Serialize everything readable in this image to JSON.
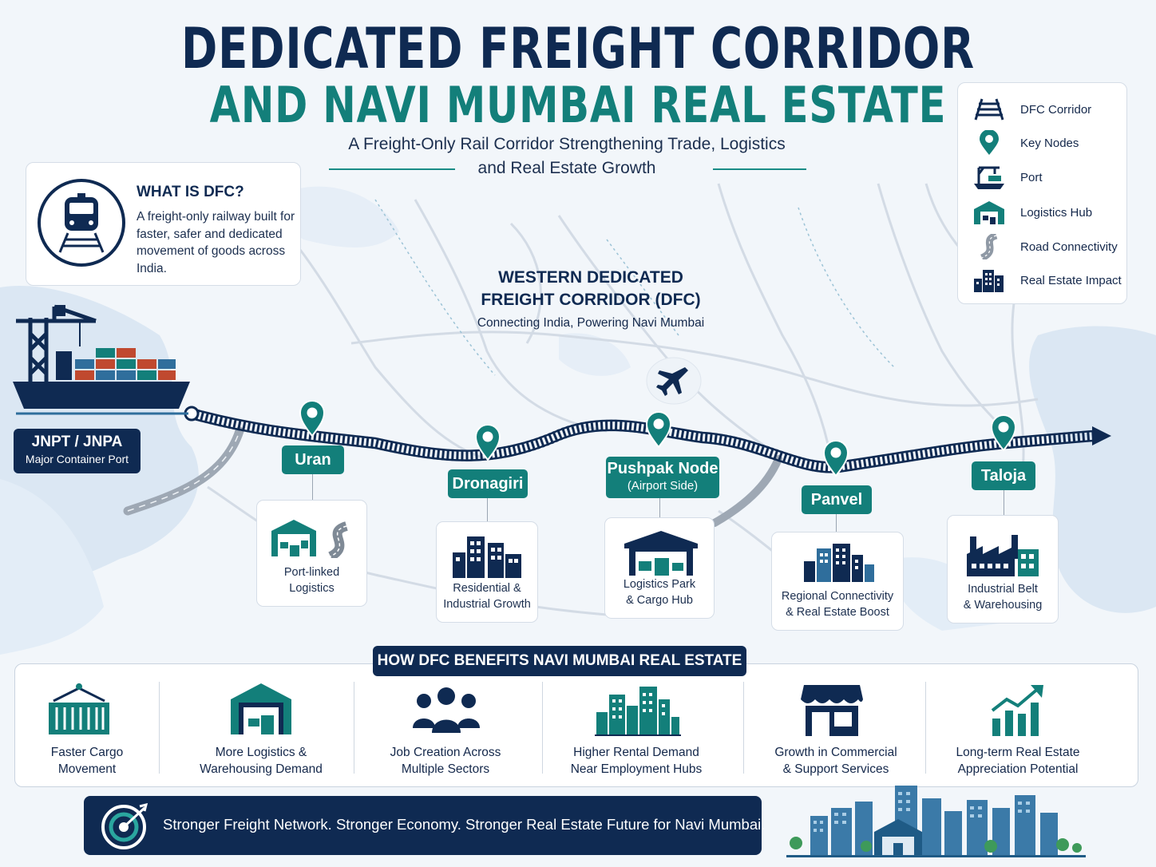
{
  "header": {
    "title_line1": "DEDICATED FREIGHT CORRIDOR",
    "title_line2": "AND NAVI MUMBAI REAL ESTATE",
    "subtitle_line1": "A Freight-Only Rail Corridor Strengthening Trade, Logistics",
    "subtitle_line2": "and Real Estate Growth"
  },
  "what_is_dfc": {
    "heading": "WHAT IS DFC?",
    "text": "A freight-only railway built for faster, safer and dedicated movement of goods across India."
  },
  "legend": [
    {
      "icon": "rail-track-icon",
      "label": "DFC Corridor"
    },
    {
      "icon": "location-pin-icon",
      "label": "Key Nodes"
    },
    {
      "icon": "port-crane-icon",
      "label": "Port"
    },
    {
      "icon": "warehouse-icon",
      "label": "Logistics Hub"
    },
    {
      "icon": "road-icon",
      "label": "Road Connectivity"
    },
    {
      "icon": "buildings-icon",
      "label": "Real Estate Impact"
    }
  ],
  "map": {
    "title_line1": "WESTERN DEDICATED",
    "title_line2": "FREIGHT CORRIDOR (DFC)",
    "tagline": "Connecting India, Powering Navi Mumbai",
    "port": {
      "name": "JNPT / JNPA",
      "desc": "Major Container Port"
    }
  },
  "nodes": [
    {
      "name": "Uran",
      "sub": "",
      "line1": "Port-linked",
      "line2": "Logistics",
      "icon": "warehouse-road-icon"
    },
    {
      "name": "Dronagiri",
      "sub": "",
      "line1": "Residential &",
      "line2": "Industrial Growth",
      "icon": "buildings-icon"
    },
    {
      "name": "Pushpak Node",
      "sub": "(Airport Side)",
      "line1": "Logistics Park",
      "line2": "& Cargo Hub",
      "icon": "warehouse-icon"
    },
    {
      "name": "Panvel",
      "sub": "",
      "line1": "Regional Connectivity",
      "line2": "& Real Estate Boost",
      "icon": "buildings-icon"
    },
    {
      "name": "Taloja",
      "sub": "",
      "line1": "Industrial Belt",
      "line2": "& Warehousing",
      "icon": "factory-icon"
    }
  ],
  "benefits": {
    "heading": "HOW DFC BENEFITS NAVI MUMBAI REAL ESTATE",
    "items": [
      {
        "icon": "container-icon",
        "line1": "Faster Cargo",
        "line2": "Movement"
      },
      {
        "icon": "warehouse-icon",
        "line1": "More Logistics &",
        "line2": "Warehousing Demand"
      },
      {
        "icon": "people-icon",
        "line1": "Job Creation Across",
        "line2": "Multiple Sectors"
      },
      {
        "icon": "city-buildings-icon",
        "line1": "Higher Rental Demand",
        "line2": "Near Employment Hubs"
      },
      {
        "icon": "shop-icon",
        "line1": "Growth in Commercial",
        "line2": "& Support Services"
      },
      {
        "icon": "growth-chart-icon",
        "line1": "Long-term Real Estate",
        "line2": "Appreciation Potential"
      }
    ]
  },
  "footer": {
    "text": "Stronger Freight Network. Stronger Economy. Stronger Real Estate Future for Navi Mumbai.",
    "icon": "target-icon"
  },
  "colors": {
    "navy": "#0f2a52",
    "teal": "#137f7a",
    "background": "#f2f6fa",
    "accent_blue": "#2f6e9c"
  }
}
